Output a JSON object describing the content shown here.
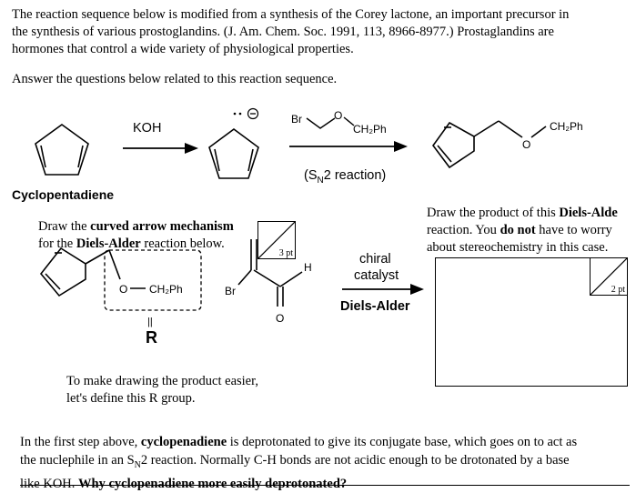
{
  "intro": {
    "line1": "The reaction sequence below is modified from a synthesis of the Corey lactone, an important precursor in",
    "line2": "the synthesis of various prostoglandins. (J. Am. Chem. Soc. 1991, 113, 8966-8977.) Prostaglandins are",
    "line3": "hormones that control a wide variety of physiological properties."
  },
  "instruction": "Answer the questions below related to this reaction sequence.",
  "scheme1": {
    "reagent": "KOH",
    "cp_label": "Cyclopentadiene",
    "alkylator_br": "Br",
    "alkylator_o": "O",
    "alkylator_ch2ph": "CH₂Ph",
    "condition_pre": "(S",
    "condition_sub": "N",
    "condition_post": "2 reaction)",
    "product_o": "O",
    "product_ch2ph": "CH₂Ph"
  },
  "q_mechanism": {
    "text_pre": "Draw the ",
    "text_bold1": "curved arrow mechanism",
    "text_mid": "for the ",
    "text_bold2": "Diels-Alder",
    "text_post": " reaction below.",
    "points": "3 pt"
  },
  "scheme2": {
    "diene_o": "O",
    "diene_ch2ph": "CH₂Ph",
    "equals": "||",
    "r_label": "R",
    "dienophile_br": "Br",
    "dienophile_h": "H",
    "dienophile_o": "O",
    "condition1": "chiral",
    "condition2": "catalyst",
    "condition3": "Diels-Alder",
    "r_note1": "To make drawing the product easier,",
    "r_note2": "let's define this R group."
  },
  "q_product": {
    "line1_pre": "Draw the product of this ",
    "line1_bold": "Diels-Alde",
    "line2": "reaction. You ",
    "line2_bold": "do not",
    "line2_post": " have to worry",
    "line3": "about stereochemistry in this case.",
    "points": "2 pt"
  },
  "q_acidity": {
    "line1_pre": "In the first step above, ",
    "line1_bold": "cyclopenadiene",
    "line1_post": " is deprotonated to give its conjugate base, which goes on to act as",
    "line2_pre": "the nuclephile in an S",
    "line2_sub": "N",
    "line2_post": "2 reaction. Normally C-H bonds are not acidic enough to be drotonated by a base",
    "line3_pre": "like KOH. ",
    "line3_bold": "Why cyclopenadiene more easily deprotonated?"
  }
}
